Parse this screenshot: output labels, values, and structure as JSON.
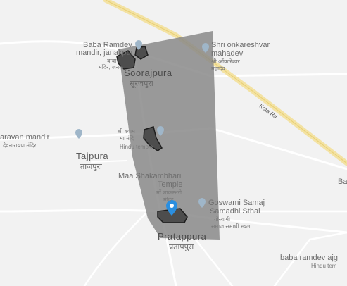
{
  "map": {
    "colors": {
      "land": "#f2f2f2",
      "road_major": "#f3e2a3",
      "road_minor": "#ffffff",
      "polygon_fill": "#8a8a8a",
      "polygon_stroke": "#1e1e1e",
      "marker": "#2b8fe0",
      "poi_pin": "#9fb6c9"
    },
    "roads": [
      {
        "name": "Kota Rd"
      }
    ],
    "places": {
      "baba_ramdev_en": "Baba Ramdev",
      "baba_ramdev_en2": "mandir, janakpur",
      "baba_ramdev_hi": "बाबा",
      "baba_ramdev_hi2": "मंदिर, जनक",
      "soorajpura_en": "Soorajpura",
      "soorajpura_hi": "सूरजपुरा",
      "onkareshvar_en": "Shri onkareshvar",
      "onkareshvar_en2": "mahadev",
      "onkareshvar_hi": "श्री ओंकारेश्वर",
      "onkareshvar_hi2": "महादेव",
      "narayan_en": "aravan mandir",
      "narayan_hi": "देवनारायण मंदिर",
      "tajpura_en": "Tajpura",
      "tajpura_hi": "ताजपुरा",
      "shri_hi": "श्री श्याम",
      "shri_hi2": "मा मंदि",
      "hindu_temple": "Hindu temple",
      "shakambhari_en": "Maa Shakambhari",
      "shakambhari_en2": "Temple",
      "shakambhari_hi": "माँ शाकम्भरी",
      "shakambhari_hi2": "मंदिर",
      "goswami_en": "Goswami Samaj",
      "goswami_en2": "Samadhi Sthal",
      "goswami_hi": "गोस्वामी",
      "goswami_hi2": "समाज समाधी स्थल",
      "pratappura_en": "Pratappura",
      "pratappura_hi": "प्रतापपुरा",
      "baba_ramdev_ajg": "baba ramdev ajg",
      "hindu_temple_2": "Hindu tem",
      "edge_ba": "Ba"
    },
    "icons": [
      "location-pin-icon",
      "poi-pin-icon"
    ]
  }
}
